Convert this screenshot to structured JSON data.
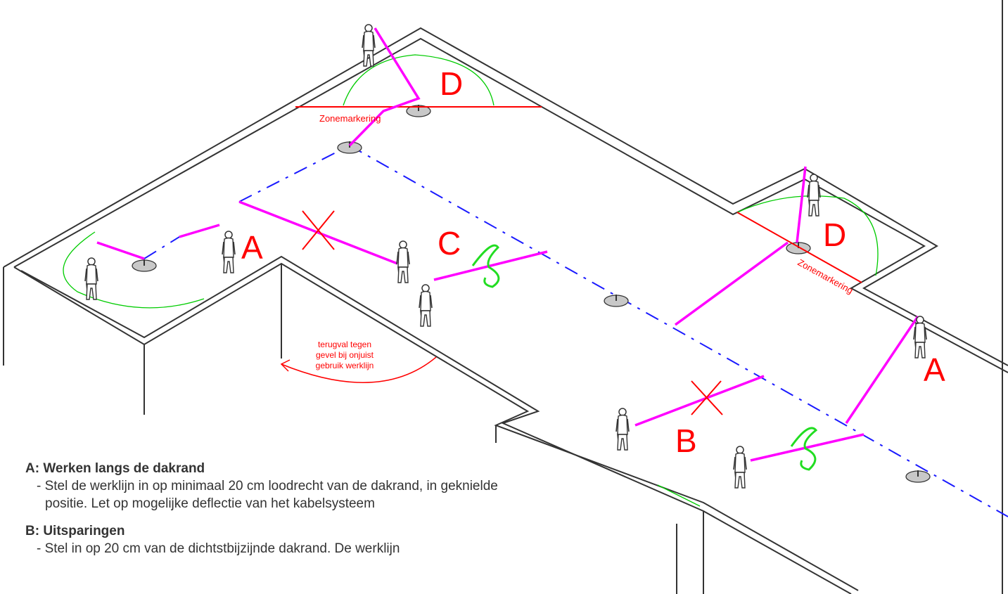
{
  "diagram": {
    "labels": {
      "A": "A",
      "B": "B",
      "C": "C",
      "D": "D"
    },
    "zone_marking": "Zonemarkering",
    "fall_note": [
      "terugval tegen",
      "gevel bij onjuist",
      "gebruik werklijn"
    ],
    "colors": {
      "roof_outline": "#333333",
      "cable_system": "#1a1aff",
      "work_line": "#ff00ff",
      "zone_marking": "#ff0000",
      "swing_arc": "#00cc00",
      "squiggle": "#22dd22",
      "label": "#ff0000"
    }
  },
  "legend": {
    "a_title": "A: Werken langs de dakrand",
    "a_text": "- Stel de werklijn in op minimaal 20 cm loodrecht van de dakrand, in geknielde positie. Let op mogelijke deflectie van het kabelsysteem",
    "b_title": "B: Uitsparingen",
    "b_text": "- Stel in op 20 cm van de dichtstbijzijnde dakrand. De werklijn"
  }
}
